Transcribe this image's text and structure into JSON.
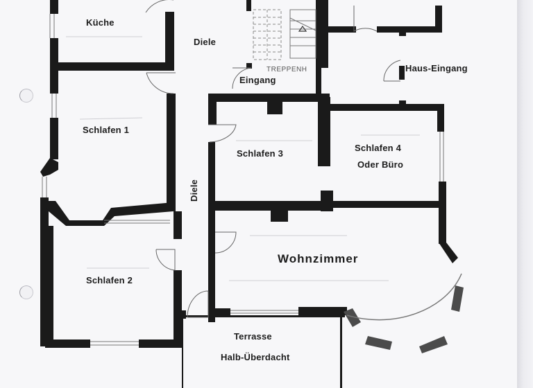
{
  "document": {
    "type": "floor plan (scanned sheet)",
    "colors": {
      "wall": "#1a1a1a",
      "paper": "#f7f7f9",
      "window": "#ffffff",
      "bay_window_block": "#555555"
    }
  },
  "rooms": {
    "kueche": "Küche",
    "diele_top": "Diele",
    "treppenhaus": "TREPPENH",
    "eingang": "Eingang",
    "haus_eingang": "Haus-Eingang",
    "schlafen1": "Schlafen 1",
    "schlafen3": "Schlafen 3",
    "schlafen4_line1": "Schlafen 4",
    "schlafen4_line2": "Oder Büro",
    "diele_vertical": "Diele",
    "schlafen2": "Schlafen 2",
    "wohnzimmer": "Wohnzimmer",
    "terrasse_line1": "Terrasse",
    "terrasse_line2": "Halb-Überdacht"
  }
}
